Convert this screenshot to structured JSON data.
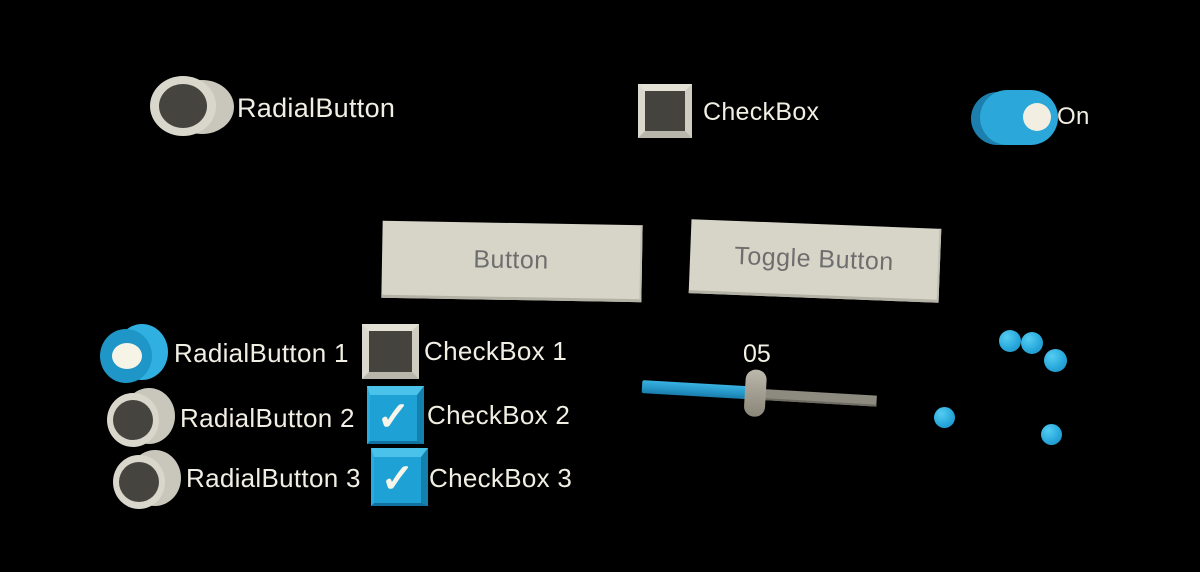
{
  "standalone": {
    "radial_button": {
      "label": "RadialButton"
    },
    "checkbox": {
      "label": "CheckBox"
    },
    "toggle": {
      "label": "On",
      "state": "on"
    }
  },
  "push_buttons": [
    {
      "label": "Button"
    },
    {
      "label": "Toggle Button"
    }
  ],
  "radio_group": [
    {
      "label": "RadialButton 1",
      "selected": true
    },
    {
      "label": "RadialButton 2",
      "selected": false
    },
    {
      "label": "RadialButton 3",
      "selected": false
    }
  ],
  "checkbox_group": [
    {
      "label": "CheckBox 1",
      "checked": false
    },
    {
      "label": "CheckBox 2",
      "checked": true
    },
    {
      "label": "CheckBox 3",
      "checked": true
    }
  ],
  "slider": {
    "value": "05"
  },
  "icons": {
    "check": "✓"
  },
  "scatter_dots": {
    "count": 5,
    "color": "#29a9dc"
  },
  "colors": {
    "accent_blue": "#29a9dc",
    "control_gray": "#d7d5c8",
    "background": "#000000",
    "text": "#f1eee3"
  }
}
